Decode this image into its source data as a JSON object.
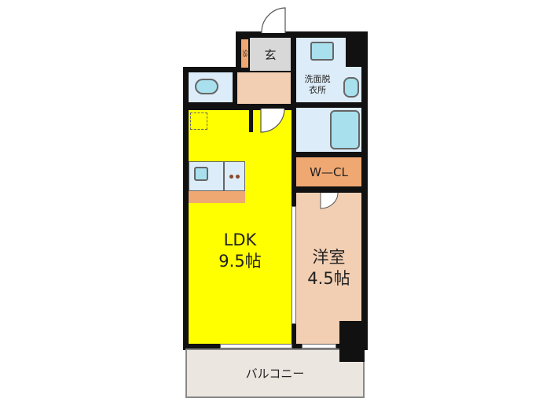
{
  "rooms": {
    "ldk": {
      "name": "LDK",
      "size": "9.5帖"
    },
    "western": {
      "name": "洋室",
      "size": "4.5帖"
    },
    "wcl": {
      "name": "W—CL"
    },
    "entrance": {
      "name": "玄"
    },
    "shoebox": {
      "name": "SB"
    },
    "washroom": {
      "name": "洗面脱\n衣所"
    },
    "balcony": {
      "name": "バルコニー"
    }
  },
  "colors": {
    "ldk": "#ffff00",
    "western": "#f2cfb3",
    "wcl": "#f0a872",
    "wet": "#dcecf8",
    "balcony": "#ece6e0"
  }
}
